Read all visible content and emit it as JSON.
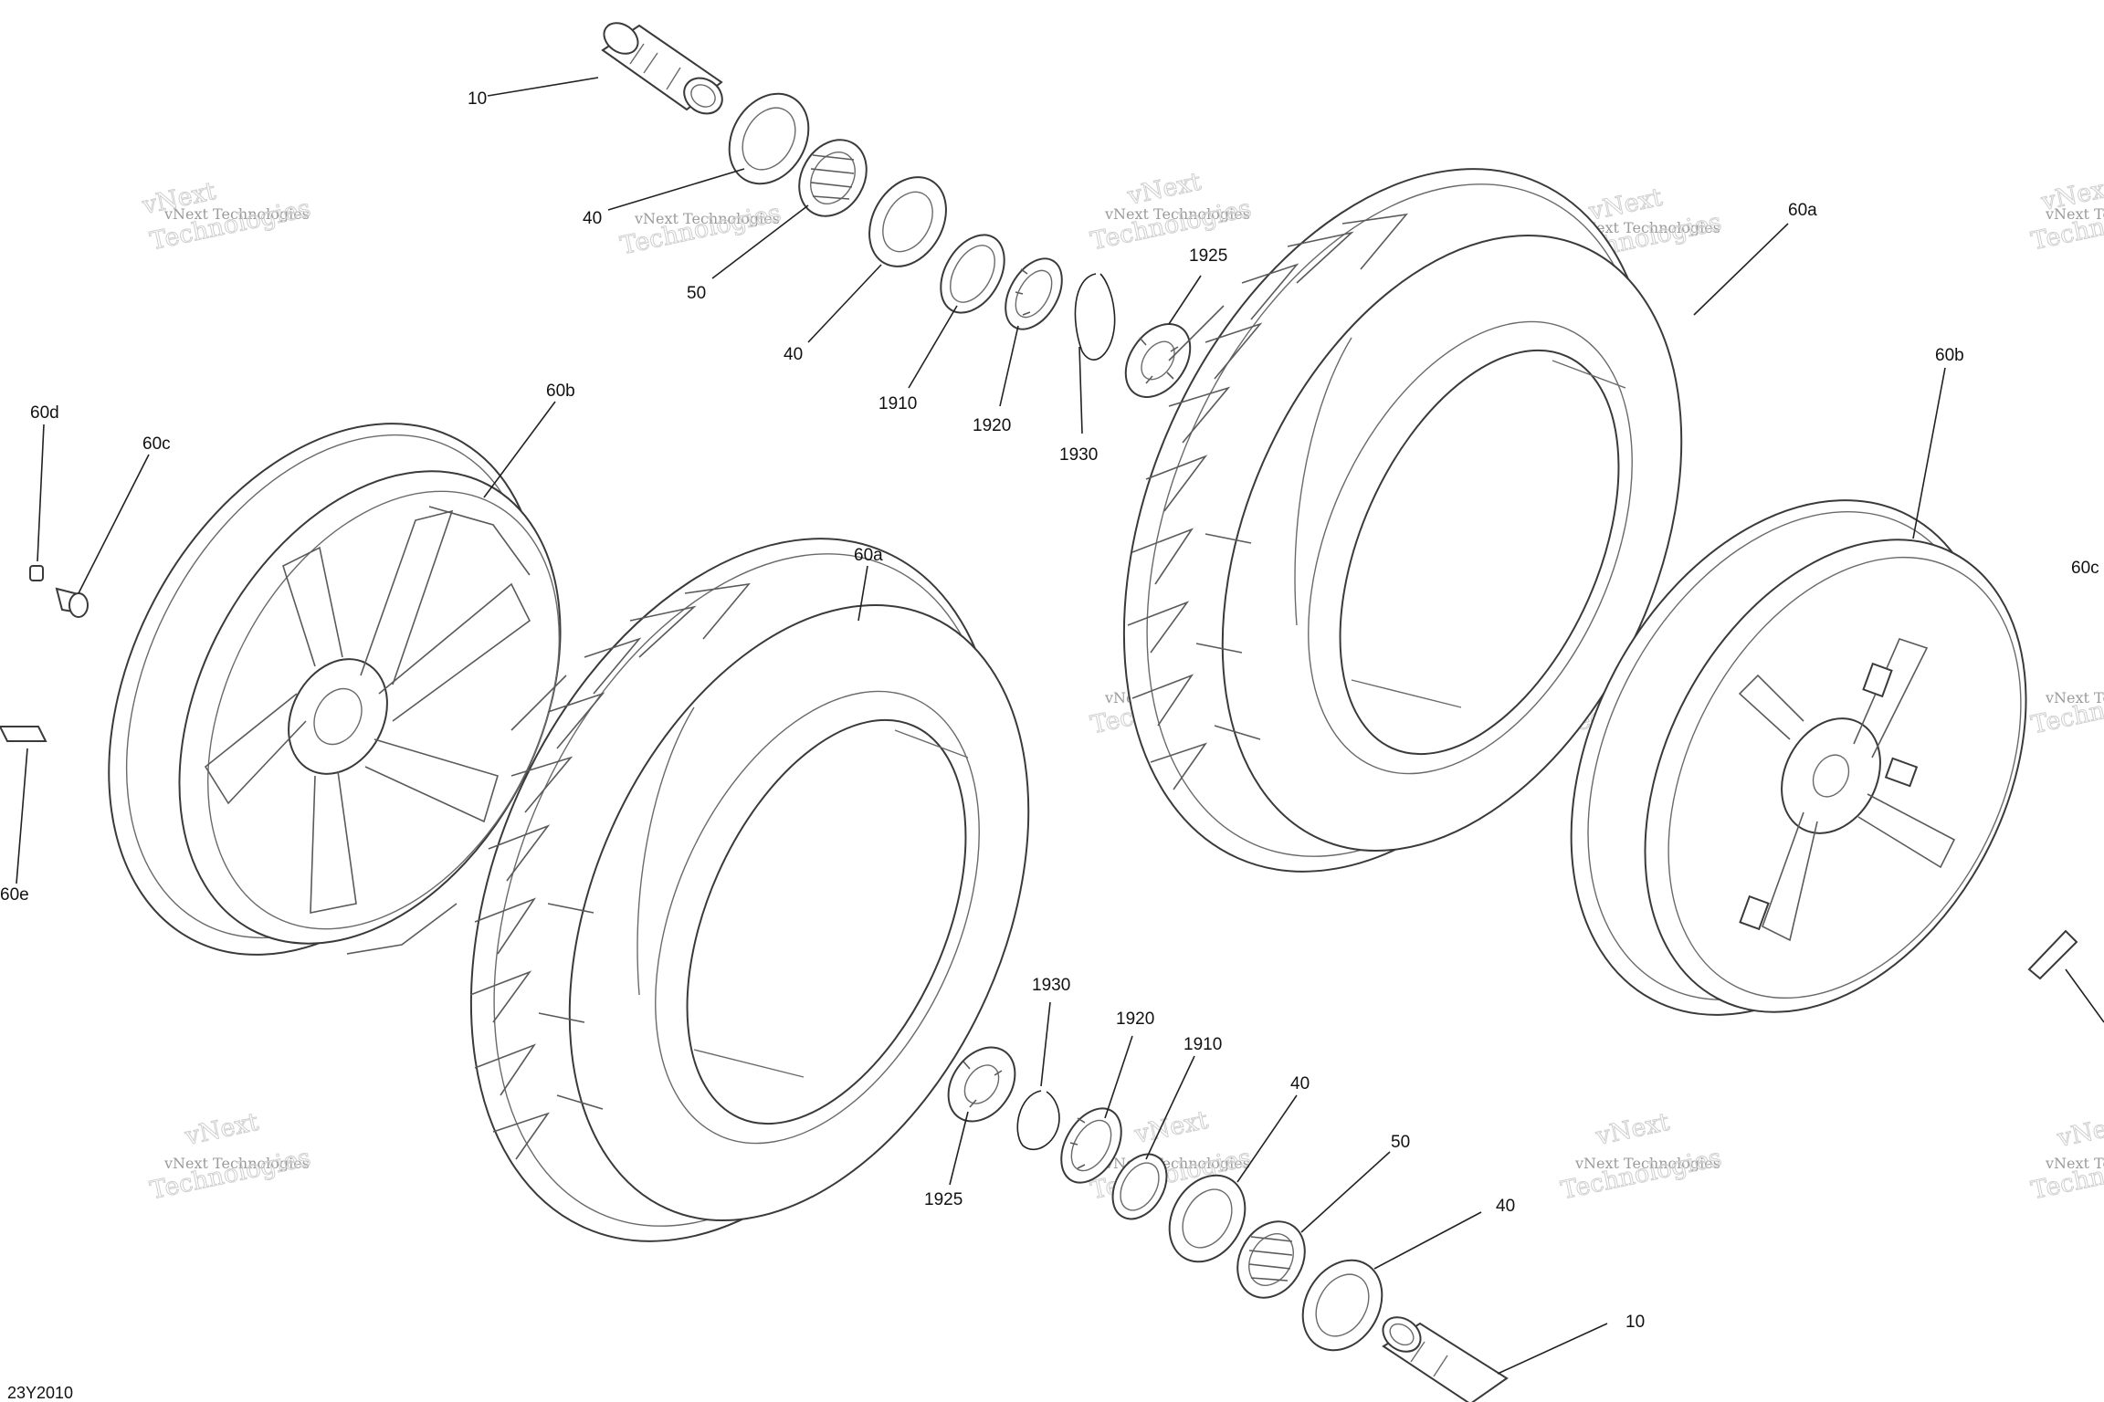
{
  "diagram_code": "23Y2010",
  "watermark": {
    "line1": "vNext Technologies",
    "line2": "Technologies",
    "mark": "vNext"
  },
  "callouts": [
    {
      "id": "c1",
      "text": "10"
    },
    {
      "id": "c2",
      "text": "40"
    },
    {
      "id": "c3",
      "text": "50"
    },
    {
      "id": "c4",
      "text": "40"
    },
    {
      "id": "c5",
      "text": "1910"
    },
    {
      "id": "c6",
      "text": "1920"
    },
    {
      "id": "c7",
      "text": "1930"
    },
    {
      "id": "c8",
      "text": "1925"
    },
    {
      "id": "c9",
      "text": "60a"
    },
    {
      "id": "c10",
      "text": "60b"
    },
    {
      "id": "c11",
      "text": "60d"
    },
    {
      "id": "c12",
      "text": "60c"
    },
    {
      "id": "c13",
      "text": "60b"
    },
    {
      "id": "c14",
      "text": "60e"
    },
    {
      "id": "c15",
      "text": "60a"
    },
    {
      "id": "c16",
      "text": "60c"
    },
    {
      "id": "c17",
      "text": "1930"
    },
    {
      "id": "c18",
      "text": "1920"
    },
    {
      "id": "c19",
      "text": "1910"
    },
    {
      "id": "c20",
      "text": "40"
    },
    {
      "id": "c21",
      "text": "50"
    },
    {
      "id": "c22",
      "text": "40"
    },
    {
      "id": "c23",
      "text": "10"
    },
    {
      "id": "c24",
      "text": "1925"
    }
  ]
}
